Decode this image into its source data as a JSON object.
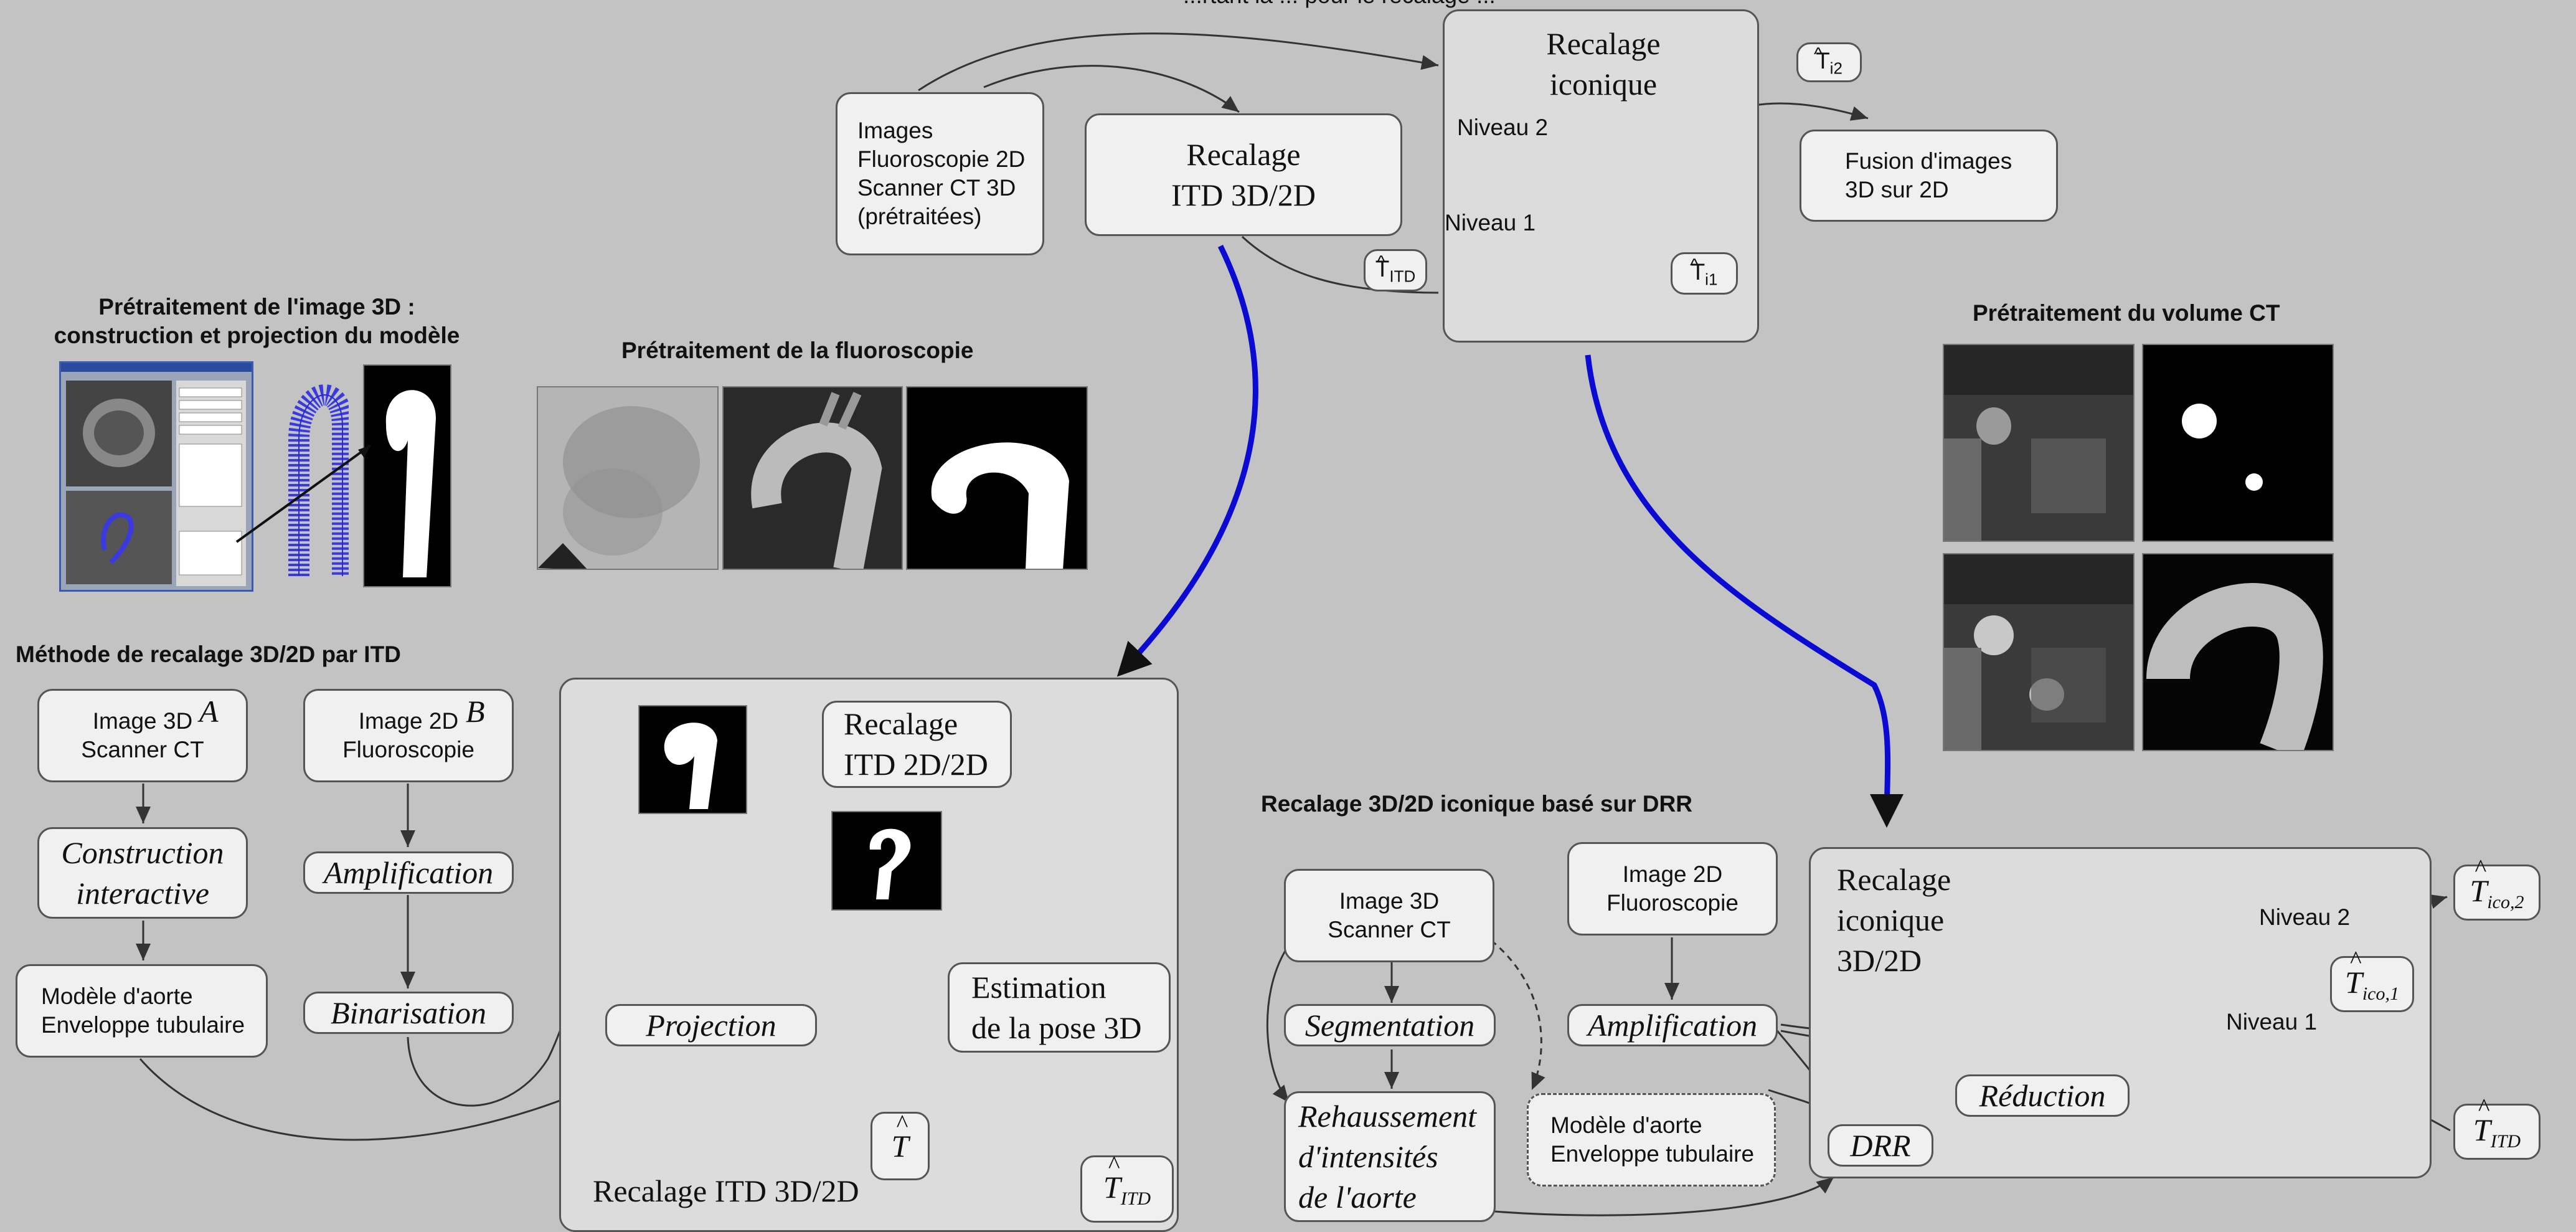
{
  "top_title": "...rtant la ... pour le recalage ...",
  "top": {
    "images_box": [
      "Images",
      "Fluoroscopie 2D",
      "Scanner CT 3D",
      "(prétraitées)"
    ],
    "recalage_itd": [
      "Recalage",
      "ITD 3D/2D"
    ],
    "recalage_iconique": [
      "Recalage",
      "iconique"
    ],
    "niveau2": "Niveau 2",
    "niveau1": "Niveau 1",
    "t_i2": "T",
    "t_i2_sub": "i2",
    "t_i1": "T",
    "t_i1_sub": "i1",
    "t_itd": "T",
    "t_itd_sub": "ITD",
    "fusion": [
      "Fusion d'images",
      "3D sur 2D"
    ]
  },
  "pre3d": {
    "title_line1": "Prétraitement de l'image 3D :",
    "title_line2": "construction et projection du modèle"
  },
  "prefluo": {
    "title": "Prétraitement de la fluoroscopie"
  },
  "prect": {
    "title": "Prétraitement du volume CT"
  },
  "itd_method": {
    "title": "Méthode de recalage 3D/2D par ITD",
    "image3d": [
      "Image 3D",
      "Scanner CT"
    ],
    "label_a": "A",
    "image2d": [
      "Image 2D",
      "Fluoroscopie"
    ],
    "label_b": "B",
    "construction": [
      "Construction",
      "interactive"
    ],
    "amplification": "Amplification",
    "binarisation": "Binarisation",
    "modele": [
      "Modèle d'aorte",
      "Enveloppe tubulaire"
    ],
    "panel_label": "Recalage ITD 3D/2D",
    "recalage_itd2d": [
      "Recalage",
      "ITD 2D/2D"
    ],
    "estimation": [
      "Estimation",
      "de la pose 3D"
    ],
    "projection": "Projection",
    "t_hat": "T",
    "t_itd": "T",
    "t_itd_sub": "ITD"
  },
  "drr_method": {
    "title": "Recalage 3D/2D iconique basé sur DRR",
    "image3d": [
      "Image 3D",
      "Scanner CT"
    ],
    "image2d": [
      "Image 2D",
      "Fluoroscopie"
    ],
    "segmentation": "Segmentation",
    "amplification": "Amplification",
    "rehaussement": [
      "Rehaussement",
      "d'intensités",
      "de l'aorte"
    ],
    "modele": [
      "Modèle d'aorte",
      "Enveloppe tubulaire"
    ],
    "drr": "DRR",
    "reduction": "Réduction",
    "panel_label": [
      "Recalage",
      "iconique",
      "3D/2D"
    ],
    "niveau2": "Niveau 2",
    "niveau1": "Niveau 1",
    "t_ico2": "T",
    "t_ico2_sub": "ico,2",
    "t_ico1": "T",
    "t_ico1_sub": "ico,1",
    "t_itd": "T",
    "t_itd_sub": "ITD"
  },
  "colors": {
    "background": "#c3c3c3",
    "panel": "#dcdcdc",
    "box": "#f0f0f0",
    "accent_arrow": "#0a0ad2"
  }
}
